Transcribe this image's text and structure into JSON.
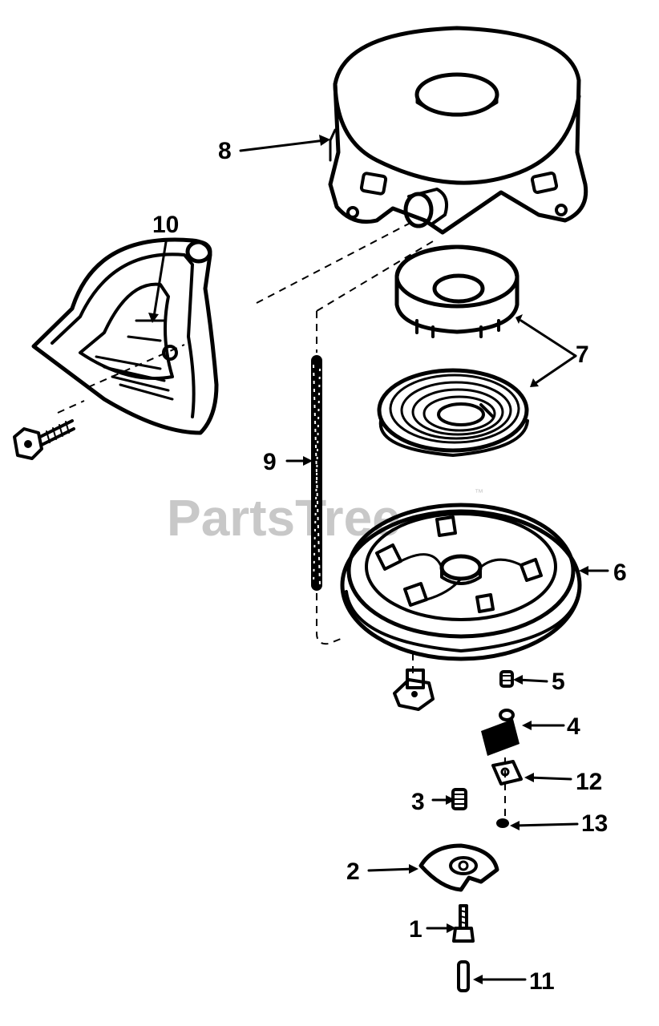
{
  "watermark": {
    "text": "PartsTree",
    "trademark": "™"
  },
  "callouts": [
    {
      "label": "8"
    },
    {
      "label": "10"
    },
    {
      "label": "7"
    },
    {
      "label": "9"
    },
    {
      "label": "6"
    },
    {
      "label": "5"
    },
    {
      "label": "4"
    },
    {
      "label": "12"
    },
    {
      "label": "3"
    },
    {
      "label": "13"
    },
    {
      "label": "2"
    },
    {
      "label": "1"
    },
    {
      "label": "11"
    }
  ]
}
